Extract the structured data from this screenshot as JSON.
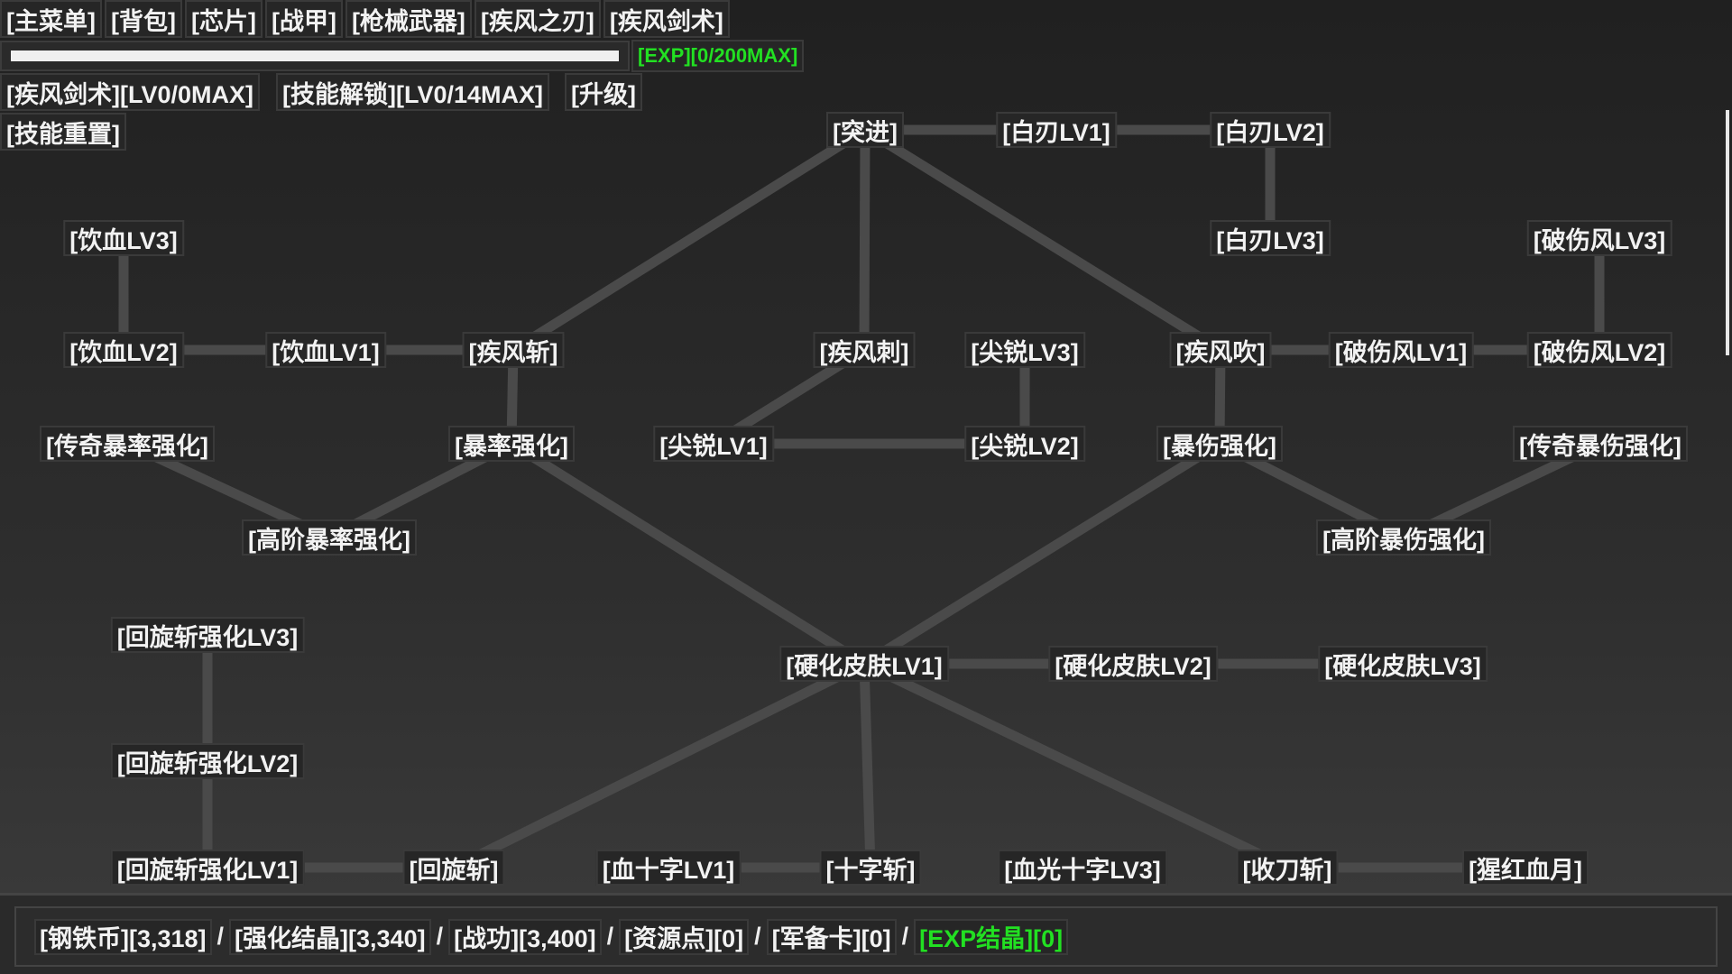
{
  "top_menu": [
    "[主菜单]",
    "[背包]",
    "[芯片]",
    "[战甲]",
    "[枪械武器]",
    "[疾风之刃]",
    "[疾风剑术]"
  ],
  "exp": {
    "label": "[EXP][0/200MAX]",
    "progress": 0
  },
  "info_row": [
    "[疾风剑术][LV0/0MAX]",
    "[技能解锁][LV0/14MAX]",
    "[升级]"
  ],
  "reset_label": "[技能重置]",
  "nodes": [
    {
      "id": "tujin",
      "label": "[突进]"
    },
    {
      "id": "bairen1",
      "label": "[白刃LV1]"
    },
    {
      "id": "bairen2",
      "label": "[白刃LV2]"
    },
    {
      "id": "bairen3",
      "label": "[白刃LV3]"
    },
    {
      "id": "poshang3",
      "label": "[破伤风LV3]"
    },
    {
      "id": "yinxue3",
      "label": "[饮血LV3]"
    },
    {
      "id": "yinxue2",
      "label": "[饮血LV2]"
    },
    {
      "id": "yinxue1",
      "label": "[饮血LV1]"
    },
    {
      "id": "jifengzhan",
      "label": "[疾风斩]"
    },
    {
      "id": "jifengci",
      "label": "[疾风刺]"
    },
    {
      "id": "jianrui3",
      "label": "[尖锐LV3]"
    },
    {
      "id": "jifengchui",
      "label": "[疾风吹]"
    },
    {
      "id": "poshang1",
      "label": "[破伤风LV1]"
    },
    {
      "id": "poshang2",
      "label": "[破伤风LV2]"
    },
    {
      "id": "chuanqibaolv",
      "label": "[传奇暴率强化]"
    },
    {
      "id": "baolv",
      "label": "[暴率强化]"
    },
    {
      "id": "jianrui1",
      "label": "[尖锐LV1]"
    },
    {
      "id": "jianrui2",
      "label": "[尖锐LV2]"
    },
    {
      "id": "baoshang",
      "label": "[暴伤强化]"
    },
    {
      "id": "chuanqibaoshang",
      "label": "[传奇暴伤强化]"
    },
    {
      "id": "gaojiebaolv",
      "label": "[高阶暴率强化]"
    },
    {
      "id": "gaojiebaoshang",
      "label": "[高阶暴伤强化]"
    },
    {
      "id": "huixuan3",
      "label": "[回旋斩强化LV3]"
    },
    {
      "id": "yinghua1",
      "label": "[硬化皮肤LV1]"
    },
    {
      "id": "yinghua2",
      "label": "[硬化皮肤LV2]"
    },
    {
      "id": "yinghua3",
      "label": "[硬化皮肤LV3]"
    },
    {
      "id": "huixuan2",
      "label": "[回旋斩强化LV2]"
    },
    {
      "id": "huixuan1",
      "label": "[回旋斩强化LV1]"
    },
    {
      "id": "huixuanzhan",
      "label": "[回旋斩]"
    },
    {
      "id": "xueshizi1",
      "label": "[血十字LV1]"
    },
    {
      "id": "shizizhan",
      "label": "[十字斩]"
    },
    {
      "id": "xueguang3",
      "label": "[血光十字LV3]"
    },
    {
      "id": "shoudaozhan",
      "label": "[收刀斩]"
    },
    {
      "id": "xinghong",
      "label": "[猩红血月]"
    }
  ],
  "edges": [
    [
      "tujin",
      "bairen1"
    ],
    [
      "bairen1",
      "bairen2"
    ],
    [
      "bairen2",
      "bairen3"
    ],
    [
      "tujin",
      "jifengzhan"
    ],
    [
      "tujin",
      "jifengci"
    ],
    [
      "tujin",
      "jifengchui"
    ],
    [
      "poshang3",
      "poshang2"
    ],
    [
      "yinxue3",
      "yinxue2"
    ],
    [
      "yinxue2",
      "yinxue1"
    ],
    [
      "yinxue1",
      "jifengzhan"
    ],
    [
      "jifengzhan",
      "baolv"
    ],
    [
      "jifengci",
      "jianrui1"
    ],
    [
      "jianrui1",
      "jianrui2"
    ],
    [
      "jianrui2",
      "jianrui3"
    ],
    [
      "jifengchui",
      "poshang1"
    ],
    [
      "poshang1",
      "poshang2"
    ],
    [
      "jifengchui",
      "baoshang"
    ],
    [
      "chuanqibaolv",
      "gaojiebaolv"
    ],
    [
      "baolv",
      "gaojiebaolv"
    ],
    [
      "baoshang",
      "gaojiebaoshang"
    ],
    [
      "chuanqibaoshang",
      "gaojiebaoshang"
    ],
    [
      "baolv",
      "yinghua1"
    ],
    [
      "baoshang",
      "yinghua1"
    ],
    [
      "yinghua1",
      "yinghua2"
    ],
    [
      "yinghua2",
      "yinghua3"
    ],
    [
      "huixuan3",
      "huixuan2"
    ],
    [
      "huixuan2",
      "huixuan1"
    ],
    [
      "huixuan1",
      "huixuanzhan"
    ],
    [
      "yinghua1",
      "huixuanzhan"
    ],
    [
      "yinghua1",
      "shizizhan"
    ],
    [
      "yinghua1",
      "shoudaozhan"
    ],
    [
      "xueshizi1",
      "shizizhan"
    ],
    [
      "shoudaozhan",
      "xinghong"
    ]
  ],
  "resources": [
    {
      "label": "[钢铁币][3,318]"
    },
    {
      "label": "[强化结晶][3,340]"
    },
    {
      "label": "[战功][3,400]"
    },
    {
      "label": "[资源点][0]"
    },
    {
      "label": "[军备卡][0]"
    },
    {
      "label": "[EXP结晶][0]",
      "highlight": true
    }
  ],
  "separator": "/",
  "colors": {
    "exp_green": "#22e022",
    "edge": "#4a4a4a",
    "node_bg": "#262626"
  }
}
